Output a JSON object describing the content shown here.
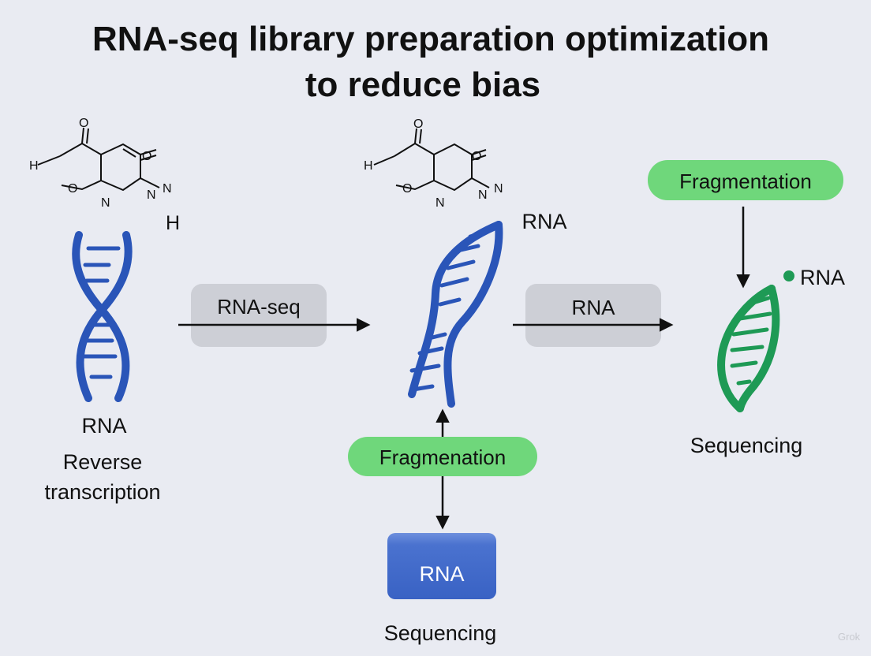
{
  "title": {
    "line1": "RNA-seq library preparation optimization",
    "line2": "to reduce bias"
  },
  "left": {
    "molecule_atoms": [
      "H",
      "O",
      "O",
      "O",
      "N",
      "N",
      "N",
      "H"
    ],
    "helix_label": "RNA",
    "caption_line1": "Reverse",
    "caption_line2": "transcription"
  },
  "arrow1_label": "RNA-seq",
  "middle": {
    "molecule_atoms": [
      "H",
      "O",
      "O",
      "O",
      "N",
      "N",
      "N"
    ],
    "helix_label": "RNA",
    "pill_label": "Fragmenation",
    "box_label": "RNA",
    "caption": "Sequencing"
  },
  "arrow2_label": "RNA",
  "right": {
    "pill_label": "Fragmentation",
    "helix_label": "RNA",
    "caption": "Sequencing"
  },
  "watermark": "Grok",
  "colors": {
    "background": "#e9ebf2",
    "helix_blue": "#2a55b8",
    "helix_green": "#1e9a55",
    "pill_green": "#6fd77b",
    "gray_pill": "#cdcfd6",
    "box_blue": "#3f68c9"
  }
}
